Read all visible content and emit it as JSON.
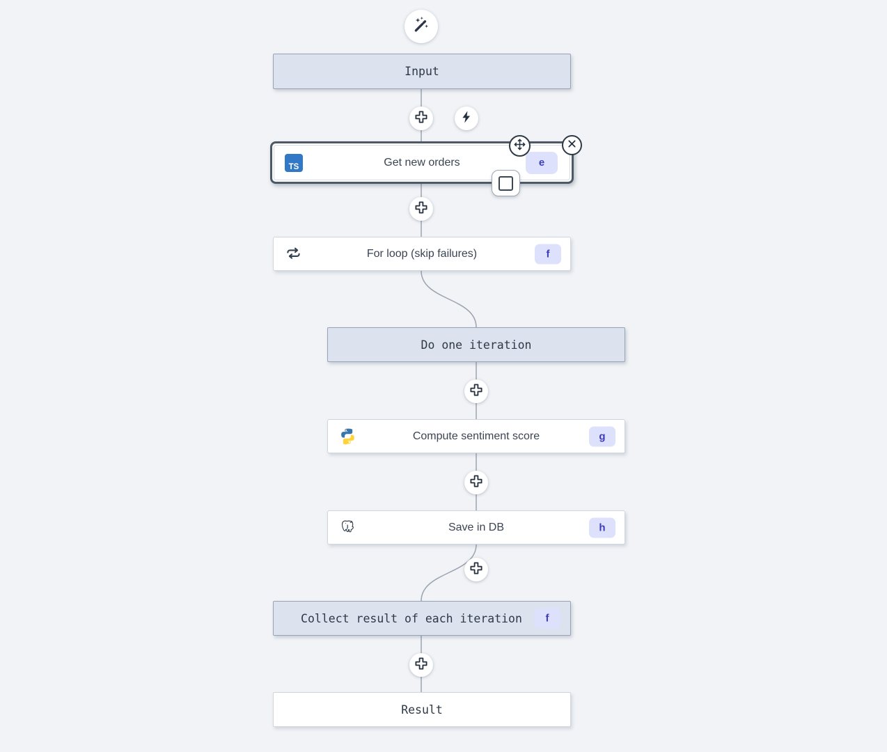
{
  "colors": {
    "page_background": "#f1f3f6",
    "virtual_node_fill": "#dce3ee",
    "virtual_node_border": "#97a3b3",
    "step_node_border": "#cfd6de",
    "selected_node_border": "#4d5966",
    "badge_background": "#dee1fb",
    "badge_text": "#3d3dbb",
    "connector_line": "#9aa4b0",
    "icon_dark": "#2a3648",
    "typescript_blue": "#3178c6",
    "python_blue": "#3776ab",
    "python_yellow": "#ffd43b"
  },
  "nodes": {
    "input": {
      "label": "Input"
    },
    "get_new_orders": {
      "label": "Get new orders",
      "badge": "e",
      "logo_text": "TS"
    },
    "for_loop": {
      "label": "For loop (skip failures)",
      "badge": "f"
    },
    "do_one_iteration": {
      "label": "Do one iteration"
    },
    "compute_sentiment_score": {
      "label": "Compute sentiment score",
      "badge": "g"
    },
    "save_in_db": {
      "label": "Save in DB",
      "badge": "h"
    },
    "collect_result": {
      "label": "Collect result of each iteration",
      "badge": "f"
    },
    "result": {
      "label": "Result"
    }
  }
}
